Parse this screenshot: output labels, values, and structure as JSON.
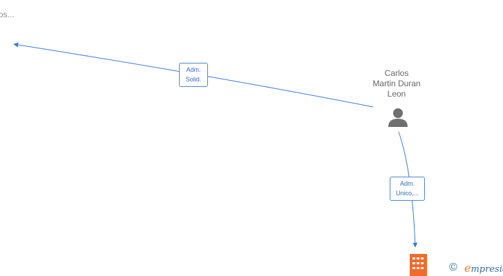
{
  "truncated_node": {
    "label": "os..."
  },
  "person": {
    "name_lines": [
      "Carlos",
      "Martin Duran",
      "Leon"
    ],
    "icon": "person-icon"
  },
  "edges": [
    {
      "id": "solid",
      "label_lines": [
        "Adm.",
        "Solid."
      ]
    },
    {
      "id": "unico",
      "label_lines": [
        "Adm.",
        "Unico,..."
      ]
    }
  ],
  "company": {
    "icon": "building-icon"
  },
  "watermark": {
    "symbol": "©",
    "brand_initial": "e",
    "brand_rest": "mpresia"
  },
  "colors": {
    "edge": "#3a7bd5",
    "person_icon": "#6f6f6f",
    "building": "#f26b2a",
    "brand": "#2f6fa6",
    "brand_accent": "#f07b1c"
  }
}
